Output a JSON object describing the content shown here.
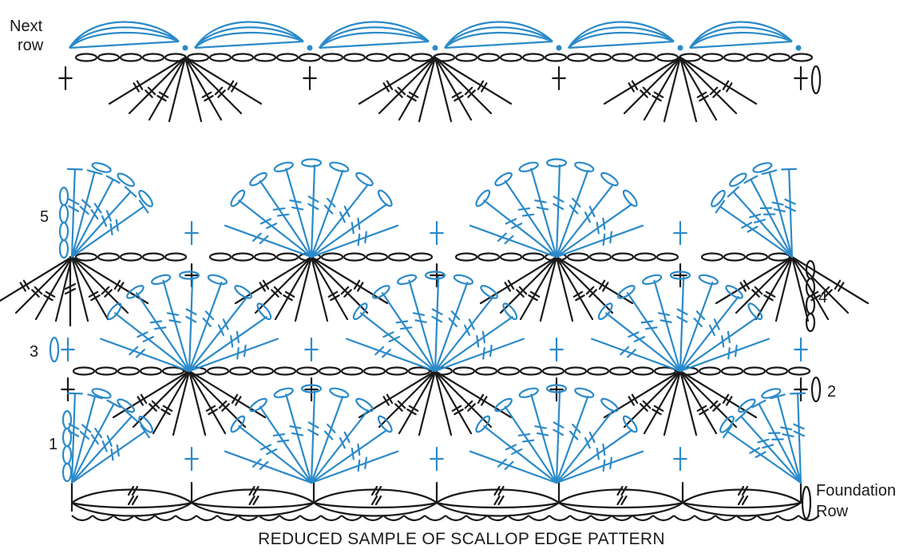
{
  "labels": {
    "next_row_1": "Next",
    "next_row_2": "row",
    "row_1": "1",
    "row_2": "2",
    "row_3": "3",
    "row_4": "4",
    "row_5": "5",
    "foundation_1": "Foundation",
    "foundation_2": "Row"
  },
  "caption": "REDUCED SAMPLE OF SCALLOP EDGE PATTERN",
  "colors": {
    "ink": "#1a1a1a",
    "blue": "#2b8ac9"
  },
  "symbols": {
    "chain": "chain-stitch-icon",
    "single_crochet": "single-crochet-icon",
    "double_crochet": "double-crochet-icon",
    "treble_crochet": "treble-crochet-icon",
    "slip_stitch": "slip-stitch-icon"
  }
}
